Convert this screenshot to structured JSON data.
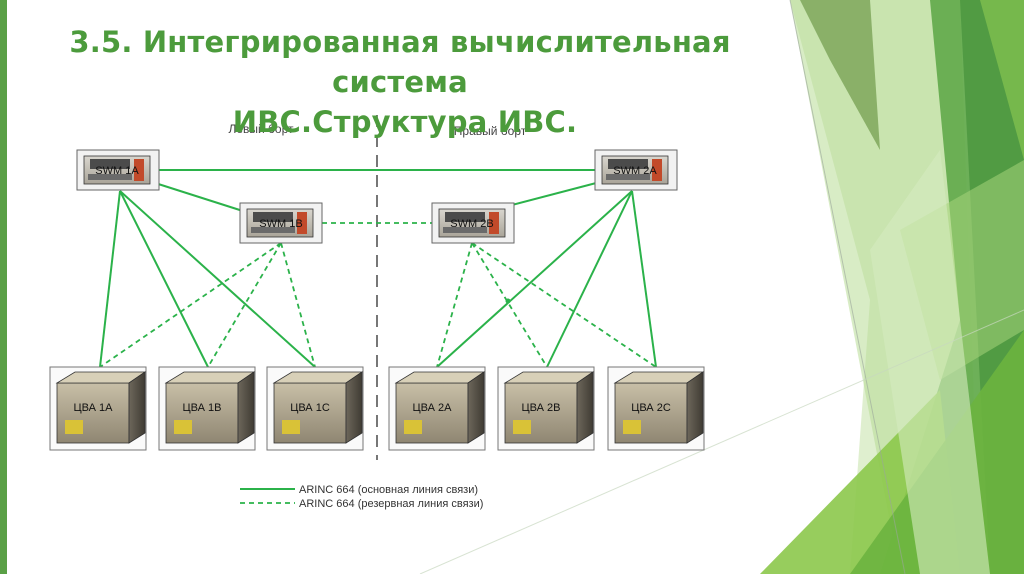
{
  "slide": {
    "title_line1": "3.5. Интегрированная вычислительная система",
    "title_line2": "ИВС.Структура ИВС."
  },
  "diagram": {
    "side_labels": [
      "Левый борт",
      "Правый борт"
    ],
    "switches": [
      "SWM 1A",
      "SWM 1B",
      "SWM 2B",
      "SWM 2A"
    ],
    "computers": [
      "ЦВА 1А",
      "ЦВА 1В",
      "ЦВА 1С",
      "ЦВА 2А",
      "ЦВА 2В",
      "ЦВА 2С"
    ],
    "legend": {
      "primary": "ARINC 664 (основная линия связи)",
      "backup": "ARINC 664 (резервная линия связи)"
    }
  },
  "colors": {
    "title": "#4c9b3c",
    "link": "#2bb24a",
    "accent_green": "#6cb43f"
  },
  "icons": [
    "switch-unit-icon",
    "computer-block-icon"
  ]
}
